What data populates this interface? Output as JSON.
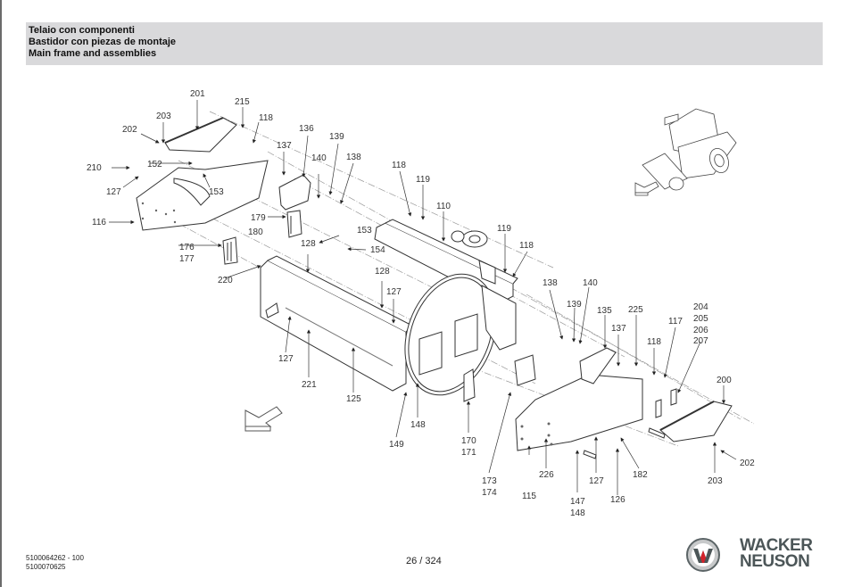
{
  "header": {
    "title_it": "Telaio con componenti",
    "title_es": "Bastidor con piezas de montaje",
    "title_en": "Main frame and assemblies"
  },
  "diagram": {
    "callouts": [
      {
        "id": "c201",
        "text": "201"
      },
      {
        "id": "c215",
        "text": "215"
      },
      {
        "id": "c203a",
        "text": "203"
      },
      {
        "id": "c118a",
        "text": "118"
      },
      {
        "id": "c202a",
        "text": "202"
      },
      {
        "id": "c136",
        "text": "136"
      },
      {
        "id": "c137a",
        "text": "137"
      },
      {
        "id": "c139a",
        "text": "139"
      },
      {
        "id": "c140a",
        "text": "140"
      },
      {
        "id": "c138a",
        "text": "138"
      },
      {
        "id": "c210",
        "text": "210"
      },
      {
        "id": "c152",
        "text": "152"
      },
      {
        "id": "c127a",
        "text": "127"
      },
      {
        "id": "c153a",
        "text": "153"
      },
      {
        "id": "c116",
        "text": "116"
      },
      {
        "id": "c179",
        "text": "179"
      },
      {
        "id": "c180",
        "text": "180"
      },
      {
        "id": "c153b",
        "text": "153"
      },
      {
        "id": "c154",
        "text": "154"
      },
      {
        "id": "c176",
        "text": "176"
      },
      {
        "id": "c177",
        "text": "177"
      },
      {
        "id": "c128a",
        "text": "128"
      },
      {
        "id": "c220",
        "text": "220"
      },
      {
        "id": "c118b",
        "text": "118"
      },
      {
        "id": "c119a",
        "text": "119"
      },
      {
        "id": "c110",
        "text": "110"
      },
      {
        "id": "c119b",
        "text": "119"
      },
      {
        "id": "c118c",
        "text": "118"
      },
      {
        "id": "c128b",
        "text": "128"
      },
      {
        "id": "c127b",
        "text": "127"
      },
      {
        "id": "c138b",
        "text": "138"
      },
      {
        "id": "c140b",
        "text": "140"
      },
      {
        "id": "c139b",
        "text": "139"
      },
      {
        "id": "c135",
        "text": "135"
      },
      {
        "id": "c225",
        "text": "225"
      },
      {
        "id": "c137b",
        "text": "137"
      },
      {
        "id": "c117",
        "text": "117"
      },
      {
        "id": "c204",
        "text": "204"
      },
      {
        "id": "c205",
        "text": "205"
      },
      {
        "id": "c206",
        "text": "206"
      },
      {
        "id": "c207",
        "text": "207"
      },
      {
        "id": "c118d",
        "text": "118"
      },
      {
        "id": "c200",
        "text": "200"
      },
      {
        "id": "c127c",
        "text": "127"
      },
      {
        "id": "c221",
        "text": "221"
      },
      {
        "id": "c125",
        "text": "125"
      },
      {
        "id": "c148a",
        "text": "148"
      },
      {
        "id": "c149",
        "text": "149"
      },
      {
        "id": "c170",
        "text": "170"
      },
      {
        "id": "c171",
        "text": "171"
      },
      {
        "id": "c173",
        "text": "173"
      },
      {
        "id": "c174",
        "text": "174"
      },
      {
        "id": "c115",
        "text": "115"
      },
      {
        "id": "c226",
        "text": "226"
      },
      {
        "id": "c147",
        "text": "147"
      },
      {
        "id": "c148b",
        "text": "148"
      },
      {
        "id": "c127d",
        "text": "127"
      },
      {
        "id": "c126",
        "text": "126"
      },
      {
        "id": "c182",
        "text": "182"
      },
      {
        "id": "c203b",
        "text": "203"
      },
      {
        "id": "c202b",
        "text": "202"
      }
    ]
  },
  "footer": {
    "doc_number_1": "5100064262 - 100",
    "doc_number_2": "5100070625",
    "page": "26 / 324",
    "brand_line1": "WACKER",
    "brand_line2": "NEUSON"
  },
  "colors": {
    "header_bg": "#d9d9db",
    "brand_gray": "#4c5658",
    "brand_red": "#d3222a"
  }
}
